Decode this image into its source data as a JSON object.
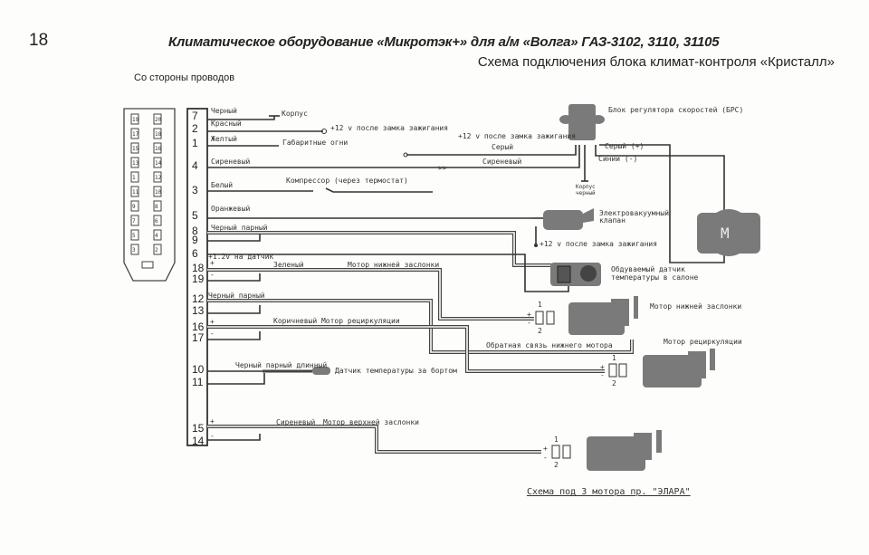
{
  "header": {
    "page_number": "18",
    "title": "Климатическое оборудование «Микротэк+» для а/м «Волга» ГАЗ-3102, 3110, 31105",
    "subtitle": "Схема подключения блока климат-контроля «Кристалл»",
    "side_label": "Со стороны проводов"
  },
  "connector": {
    "left_pins": [
      "19",
      "17",
      "15",
      "13",
      "1",
      "11",
      "9",
      "7",
      "5",
      "3"
    ],
    "right_pins": [
      "20",
      "18",
      "16",
      "14",
      "12",
      "10",
      "8",
      "6",
      "4",
      "2"
    ]
  },
  "pins": [
    "7",
    "2",
    "1",
    "4",
    "3",
    "5",
    "8",
    "9",
    "6",
    "18",
    "19",
    "12",
    "13",
    "16",
    "17",
    "10",
    "11",
    "15",
    "14"
  ],
  "wires": {
    "w7": "Черный",
    "w2": "Красный",
    "w1": "Желтый",
    "w4": "Сиреневый",
    "w3": "Белый",
    "w5": "Оранжевый",
    "w89": "Черный парный",
    "w6": "+1.2v на датчик",
    "w18": "Зеленый",
    "w12": "Черный парный",
    "w16": "Коричневый Мотор рециркуляции",
    "w10": "Черный парный длинный",
    "w15": "Сиреневый",
    "gray": "Серый",
    "lilac": "Сиреневый",
    "gray_plus": "Серый (+)",
    "blue_minus": "Синий (-)"
  },
  "labels": {
    "ground": "Корпус",
    "ign1": "+12 v после замка зажигания",
    "parking": "Габаритные огни",
    "ign2": "+12 v после замка зажигания",
    "compressor": "Компрессор (через термостат)",
    "brs": "Блок регулятора скоростей (БРС)",
    "brs_ground1": "Корпус",
    "brs_ground2": "черный",
    "valve1": "Электровакуумный",
    "valve2": "клапан",
    "ign3": "+12 v после замка зажигания",
    "sensor1": "Обдуваемый датчик",
    "sensor2": "температуры в салоне",
    "lower_motor_wire": "Мотор нижней заслонки",
    "lower_motor": "Мотор нижней заслонки",
    "feedback": "Обратная связь нижнего мотора",
    "recirc_motor": "Мотор рециркуляции",
    "outside_sensor": "Датчик температуры за бортом",
    "upper_motor_wire": "Мотор верхней заслонки",
    "motor_M": "M",
    "plus": "+",
    "minus": "-",
    "one": "1",
    "two": "2",
    "footer": "Схема под 3 мотора пр. \"ЭЛАРА\""
  }
}
